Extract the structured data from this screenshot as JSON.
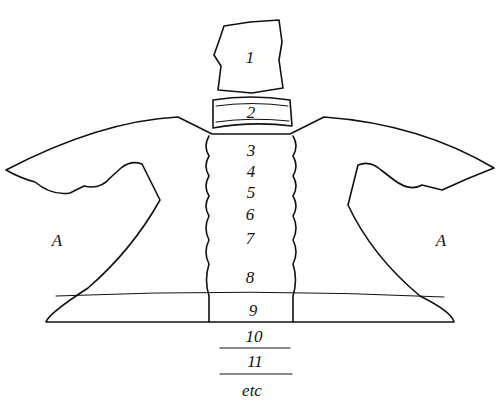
{
  "diagram": {
    "labels": [
      "1",
      "2",
      "A",
      "A",
      "3",
      "4",
      "5",
      "6",
      "7",
      "8",
      "9",
      "10",
      "11",
      "etc"
    ]
  }
}
